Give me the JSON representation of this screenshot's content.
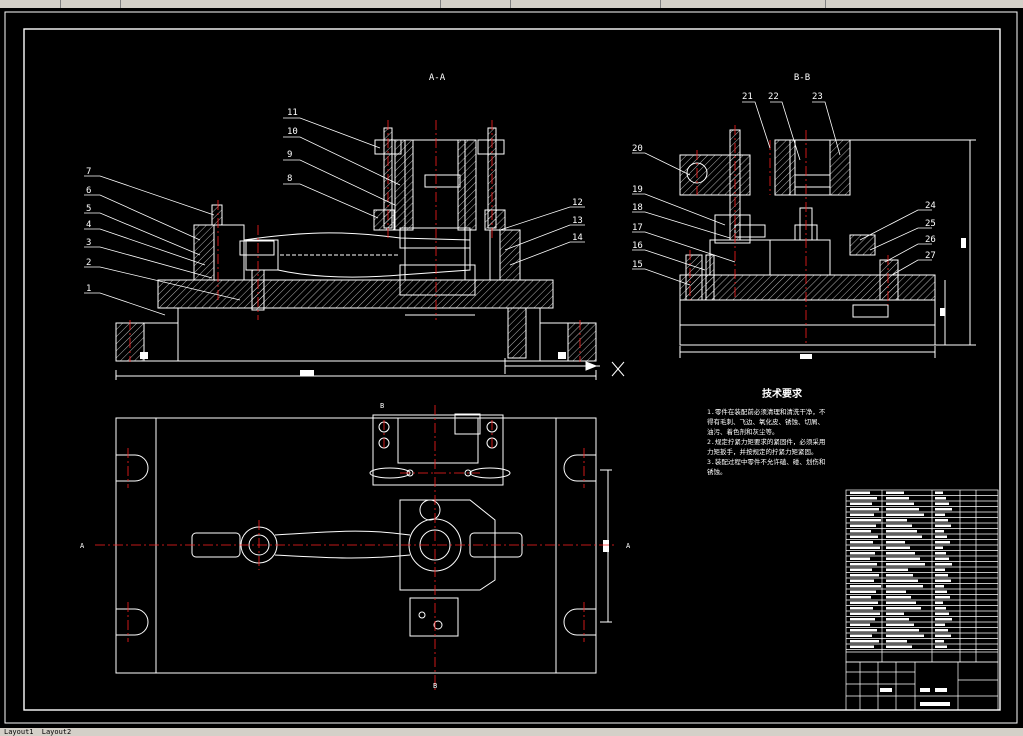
{
  "window": {
    "bottom_tabs": [
      "Layout1",
      "Layout2"
    ]
  },
  "drawing": {
    "colors": {
      "outline": "#ffffff",
      "centerline": "#ff2020",
      "hatch": "#ffffff",
      "background": "#000000",
      "leader": "#ffffff"
    },
    "section_aa": {
      "label": "A-A"
    },
    "section_bb": {
      "label": "B-B"
    },
    "part_numbers_aa": [
      "11",
      "10",
      "9",
      "8",
      "7",
      "6",
      "5",
      "4",
      "3",
      "2",
      "1",
      "12",
      "13",
      "14"
    ],
    "part_numbers_bb": [
      "21",
      "22",
      "23",
      "20",
      "19",
      "18",
      "17",
      "16",
      "15",
      "24",
      "25",
      "26",
      "27"
    ],
    "view_labels": {
      "a_left": "A",
      "a_right": "A",
      "b_top": "B",
      "b_bottom": "B",
      "x_mark": "X"
    },
    "tech_requirements": {
      "title": "技术要求",
      "lines": [
        "1.零件在装配前必须清理和清洗干净，不",
        "得有毛刺、飞边、氧化皮、锈蚀、切屑、",
        "油污、着色剂和灰尘等。",
        "2.规定拧紧力矩要求的紧固件，必须采用",
        "力矩扳手，并按规定的拧紧力矩紧固。",
        "3.装配过程中零件不允许磕、碰、划伤和",
        "锈蚀。"
      ]
    }
  }
}
